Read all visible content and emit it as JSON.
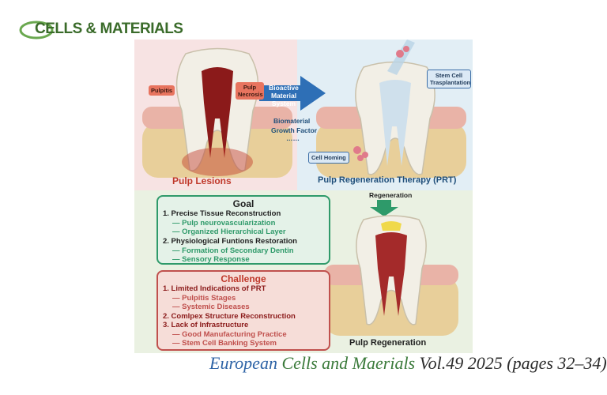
{
  "logo": {
    "text": "CELLS & MATERIALS",
    "color": "#3a6b2a"
  },
  "lesion": {
    "tags": [
      "Pulpitis",
      "Pulp Necrosis"
    ],
    "title": "Pulp Lesions"
  },
  "arrow": {
    "label": "Bioactive Material System",
    "sub1": "Biomaterial",
    "sub2": "Growth Factor",
    "sub3": "……"
  },
  "prt": {
    "tags": [
      "Stem Cell Trasplantation",
      "Cell Homing"
    ],
    "title": "Pulp Regeneration Therapy (PRT)",
    "down_label": "Regeneration"
  },
  "goal": {
    "title": "Goal",
    "lines": [
      "1. Precise Tissue Reconstruction",
      "— Pulp neurovascularization",
      "— Organized Hierarchical Layer",
      "2. Physiological Funtions Restoration",
      "— Formation of Secondary Dentin",
      "— Sensory Response"
    ]
  },
  "challenge": {
    "title": "Challenge",
    "lines": [
      "1. Limited Indications of PRT",
      "— Pulpitis Stages",
      "— Systemic Diseases",
      "2. Comlpex Structure Reconstruction",
      "3. Lack of Infrastructure",
      "— Good Manufacturing Practice",
      "— Stem Cell Banking System"
    ]
  },
  "regeneration": {
    "title": "Pulp Regeneration"
  },
  "footer": {
    "j1": "European",
    "j2": "Cells and Maerials",
    "rest": "Vol.49 2025 (pages 32–34)"
  },
  "colors": {
    "red": "#c0392b",
    "blue": "#1f4e79",
    "green": "#2f9a6a",
    "gum": "#e9b3a7",
    "bone": "#e8cf9a"
  }
}
